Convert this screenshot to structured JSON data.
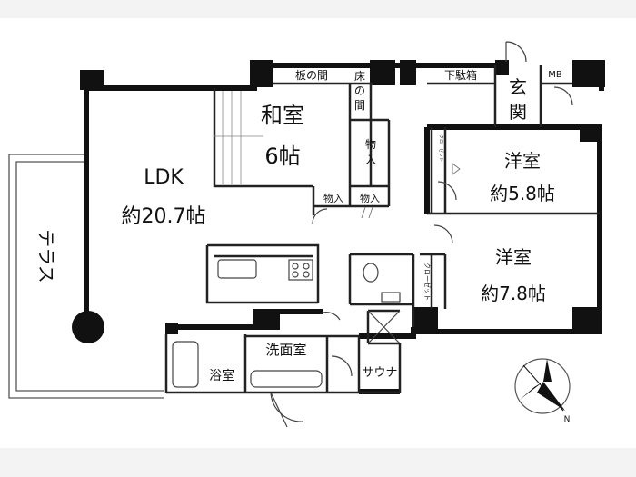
{
  "rooms": {
    "ldk": {
      "name": "LDK",
      "size": "約20.7帖"
    },
    "washitsu": {
      "name": "和室",
      "size": "6帖"
    },
    "youshitsu1": {
      "name": "洋室",
      "size": "約5.8帖"
    },
    "youshitsu2": {
      "name": "洋室",
      "size": "約7.8帖"
    },
    "genkan": {
      "line1": "玄",
      "line2": "関"
    },
    "terrace": "テラス",
    "bath": "浴室",
    "washroom": "洗面室",
    "sauna": "サウナ"
  },
  "storage": {
    "itanoma": "板の間",
    "tokonoma": [
      "床",
      "の",
      "間"
    ],
    "monoire_top": [
      "物",
      "入"
    ],
    "monoire_a": "物入",
    "monoire_b": "物入",
    "shoe_box": "下駄箱",
    "mb": "MB",
    "closet1": "クローゼット",
    "closet2": "クローゼット"
  },
  "compass": {
    "label": "N"
  }
}
